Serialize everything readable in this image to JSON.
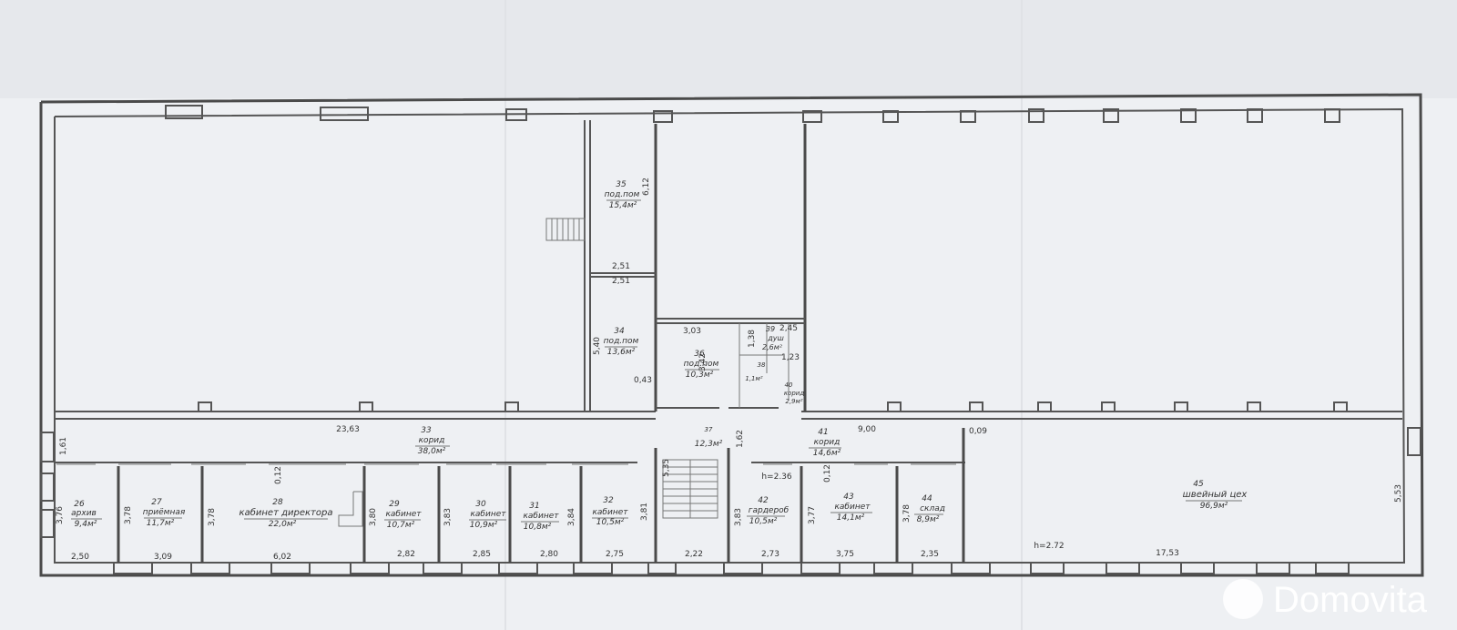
{
  "rooms": [
    {
      "id": "r26",
      "number": "26",
      "name": "архив",
      "area": "9,4м²"
    },
    {
      "id": "r27",
      "number": "27",
      "name": "приёмная",
      "area": "11,7м²"
    },
    {
      "id": "r28",
      "number": "28",
      "name": "кабинет директора",
      "area": "22,0м²"
    },
    {
      "id": "r29",
      "number": "29",
      "name": "кабинет",
      "area": "10,7м²"
    },
    {
      "id": "r30",
      "number": "30",
      "name": "кабинет",
      "area": "10,9м²"
    },
    {
      "id": "r31",
      "number": "31",
      "name": "кабинет",
      "area": "10,8м²"
    },
    {
      "id": "r32",
      "number": "32",
      "name": "кабинет",
      "area": "10,5м²"
    },
    {
      "id": "r33",
      "number": "33",
      "name": "корид",
      "area": "38,0м²"
    },
    {
      "id": "r34",
      "number": "34",
      "name": "под.пом",
      "area": "13,6м²"
    },
    {
      "id": "r35",
      "number": "35",
      "name": "под.пом",
      "area": "15,4м²"
    },
    {
      "id": "r36",
      "number": "36",
      "name": "под.пом",
      "area": "10,3м²"
    },
    {
      "id": "r37",
      "number": "37",
      "name": "",
      "area": "12,3м²"
    },
    {
      "id": "r38",
      "number": "38",
      "name": "",
      "area": "1,1м²"
    },
    {
      "id": "r39",
      "number": "39",
      "name": "душ",
      "area": "2,6м²"
    },
    {
      "id": "r40",
      "number": "40",
      "name": "корид",
      "area": "2,9м²"
    },
    {
      "id": "r41",
      "number": "41",
      "name": "корид",
      "area": "14,6м²"
    },
    {
      "id": "r42",
      "number": "42",
      "name": "гардероб",
      "area": "10,5м²"
    },
    {
      "id": "r43",
      "number": "43",
      "name": "кабинет",
      "area": "14,1м²"
    },
    {
      "id": "r44",
      "number": "44",
      "name": "склад",
      "area": "8,9м²"
    },
    {
      "id": "r45",
      "number": "45",
      "name": "швейный цех",
      "area": "96,9м²"
    }
  ],
  "dimensions": {
    "d2_50": "2,50",
    "d3_09": "3,09",
    "d6_02": "6,02",
    "d2_82": "2,82",
    "d2_85": "2,85",
    "d2_80": "2,80",
    "d2_75": "2,75",
    "d2_22": "2,22",
    "d2_73": "2,73",
    "d3_75": "3,75",
    "d2_35": "2,35",
    "d17_53": "17,53",
    "d23_63": "23,63",
    "d9_00": "9,00",
    "d0_09": "0,09",
    "d1_61": "1,61",
    "d1_62": "1,62",
    "d0_12a": "0,12",
    "d0_12b": "0,12",
    "d3_76": "3,76",
    "d3_78a": "3,78",
    "d3_78b": "3,78",
    "d3_80": "3,80",
    "d3_83a": "3,83",
    "d3_84": "3,84",
    "d3_81": "3,81",
    "d3_83b": "3,83",
    "d3_77": "3,77",
    "d3_78c": "3,78",
    "d5_53": "5,53",
    "d5_35": "5,35",
    "d6_12": "6,12",
    "d2_51a": "2,51",
    "d2_51b": "2,51",
    "d5_40": "5,40",
    "d0_43": "0,43",
    "d3_03": "3,03",
    "d3_42": "3,42",
    "d2_45": "2,45",
    "d1_23": "1,23",
    "d1_38": "1,38",
    "h236": "h=2.36",
    "h272": "h=2.72"
  },
  "watermark": "Domovita"
}
